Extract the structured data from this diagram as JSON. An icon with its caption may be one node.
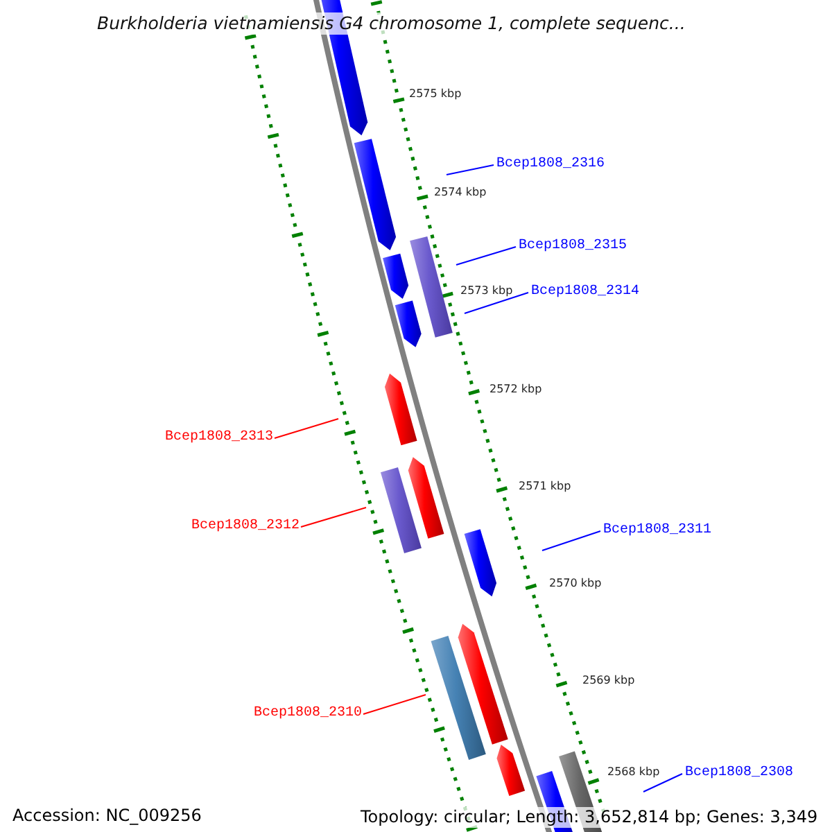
{
  "diagram": {
    "title": "Burkholderia vietnamiensis G4 chromosome 1, complete sequenc...",
    "nodes": [
      {
        "text": [
          "Bcep1808_2316"
        ]
      },
      {
        "text": [
          "Bcep1808_2315"
        ]
      },
      {
        "text": [
          "Bcep1808_2314"
        ]
      },
      {
        "text": [
          "Bcep1808_2313"
        ]
      },
      {
        "text": [
          "Bcep1808_2312"
        ]
      },
      {
        "text": [
          "Bcep1808_2311"
        ]
      },
      {
        "text": [
          "Bcep1808_2310"
        ]
      },
      {
        "text": [
          "Bcep1808_2308"
        ]
      }
    ],
    "edges": [
      {
        "from": 0,
        "to": null,
        "arrow": "none"
      },
      {
        "from": 1,
        "to": null,
        "arrow": "none"
      },
      {
        "from": 2,
        "to": null,
        "arrow": "none"
      },
      {
        "from": 3,
        "to": null,
        "arrow": "none",
        "color": "#ff0000"
      },
      {
        "from": 4,
        "to": null,
        "arrow": "none",
        "color": "#ff0000"
      },
      {
        "from": 5,
        "to": null,
        "arrow": "none"
      },
      {
        "from": 6,
        "to": null,
        "arrow": "none",
        "color": "#ff0000"
      },
      {
        "from": 7,
        "to": null,
        "arrow": "none"
      }
    ],
    "labels": [
      "2575 kbp",
      "2574 kbp",
      "2573 kbp",
      "2572 kbp",
      "2571 kbp",
      "2570 kbp",
      "2569 kbp",
      "2568 kbp",
      "Accession: NC_009256",
      "Topology: circular; Length: 3,652,814 bp; Genes: 3,349"
    ]
  }
}
